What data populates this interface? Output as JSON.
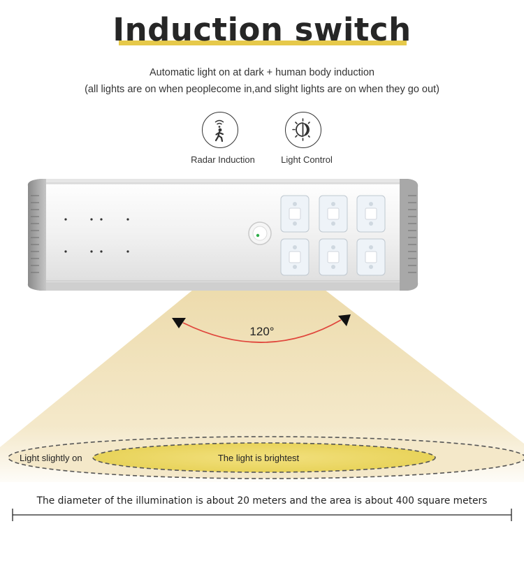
{
  "title": "Induction switch",
  "subtitle_line1": "Automatic light on at dark + human body induction",
  "subtitle_line2": "(all lights are on when peoplecome in,and slight lights are on when they go out)",
  "features": [
    {
      "label": "Radar Induction",
      "icon": "radar-person-icon"
    },
    {
      "label": "Light Control",
      "icon": "sun-moon-icon"
    }
  ],
  "angle_label": "120°",
  "zones": {
    "dim_label": "Light slightly on",
    "bright_label": "The light is brightest"
  },
  "caption": "The diameter of the illumination is about 20 meters and the area is about 400 square meters",
  "colors": {
    "title_bar": "#e6c94a",
    "beam": "#f2e2b6",
    "bright_zone": "#eedc72",
    "arc": "#e0463c"
  }
}
